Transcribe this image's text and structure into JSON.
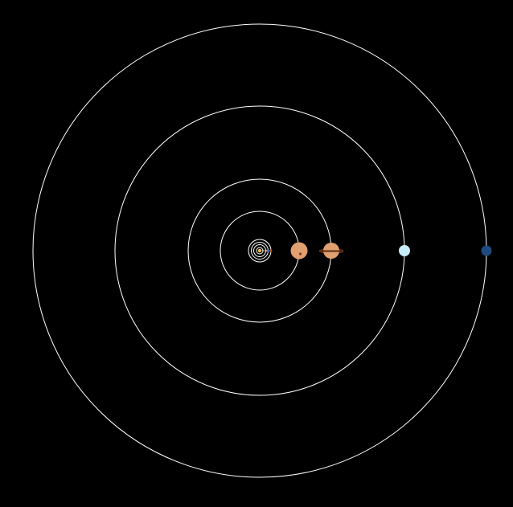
{
  "background_color": "#000000",
  "orbit_color": "#ffffff",
  "sun": {
    "icon": "sun-icon",
    "color": "#f2c640"
  },
  "planets": [
    {
      "name": "mercury",
      "icon": "mercury-planet-icon",
      "color": "#b5b5b5"
    },
    {
      "name": "venus",
      "icon": "venus-planet-icon",
      "color": "#d9b27a"
    },
    {
      "name": "earth",
      "icon": "earth-planet-icon",
      "color": "#3d7ad6"
    },
    {
      "name": "mars",
      "icon": "mars-planet-icon",
      "color": "#c1440e"
    },
    {
      "name": "jupiter",
      "icon": "jupiter-planet-icon",
      "color": "#e0a070",
      "spot_color": "#8b3a1a"
    },
    {
      "name": "saturn",
      "icon": "saturn-planet-icon",
      "color": "#e0a070",
      "ring_color": "#5a2a10"
    },
    {
      "name": "uranus",
      "icon": "uranus-planet-icon",
      "color": "#c8ecf8"
    },
    {
      "name": "neptune",
      "icon": "neptune-planet-icon",
      "color": "#1f4a80"
    }
  ]
}
